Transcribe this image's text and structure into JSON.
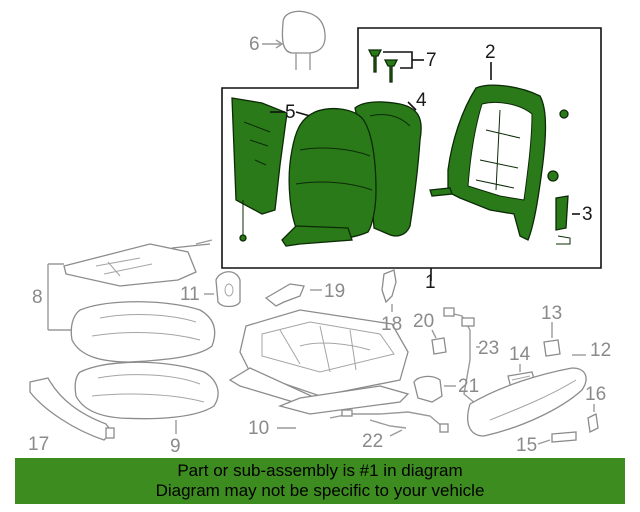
{
  "callouts": {
    "c1": "1",
    "c2": "2",
    "c3": "3",
    "c4": "4",
    "c5": "5",
    "c6": "6",
    "c7": "7",
    "c8": "8",
    "c9": "9",
    "c10": "10",
    "c11": "11",
    "c12": "12",
    "c13": "13",
    "c14": "14",
    "c15": "15",
    "c16": "16",
    "c17": "17",
    "c18": "18",
    "c19": "19",
    "c20": "20",
    "c21": "21",
    "c22": "22",
    "c23": "23"
  },
  "banner": {
    "line1": "Part or sub-assembly is #1 in diagram",
    "line2": "Diagram may not be specific to your vehicle"
  },
  "colors": {
    "highlight_green": "#3d8c1f",
    "part_green": "#2a7a1a",
    "outline": "#8c8c8c"
  }
}
